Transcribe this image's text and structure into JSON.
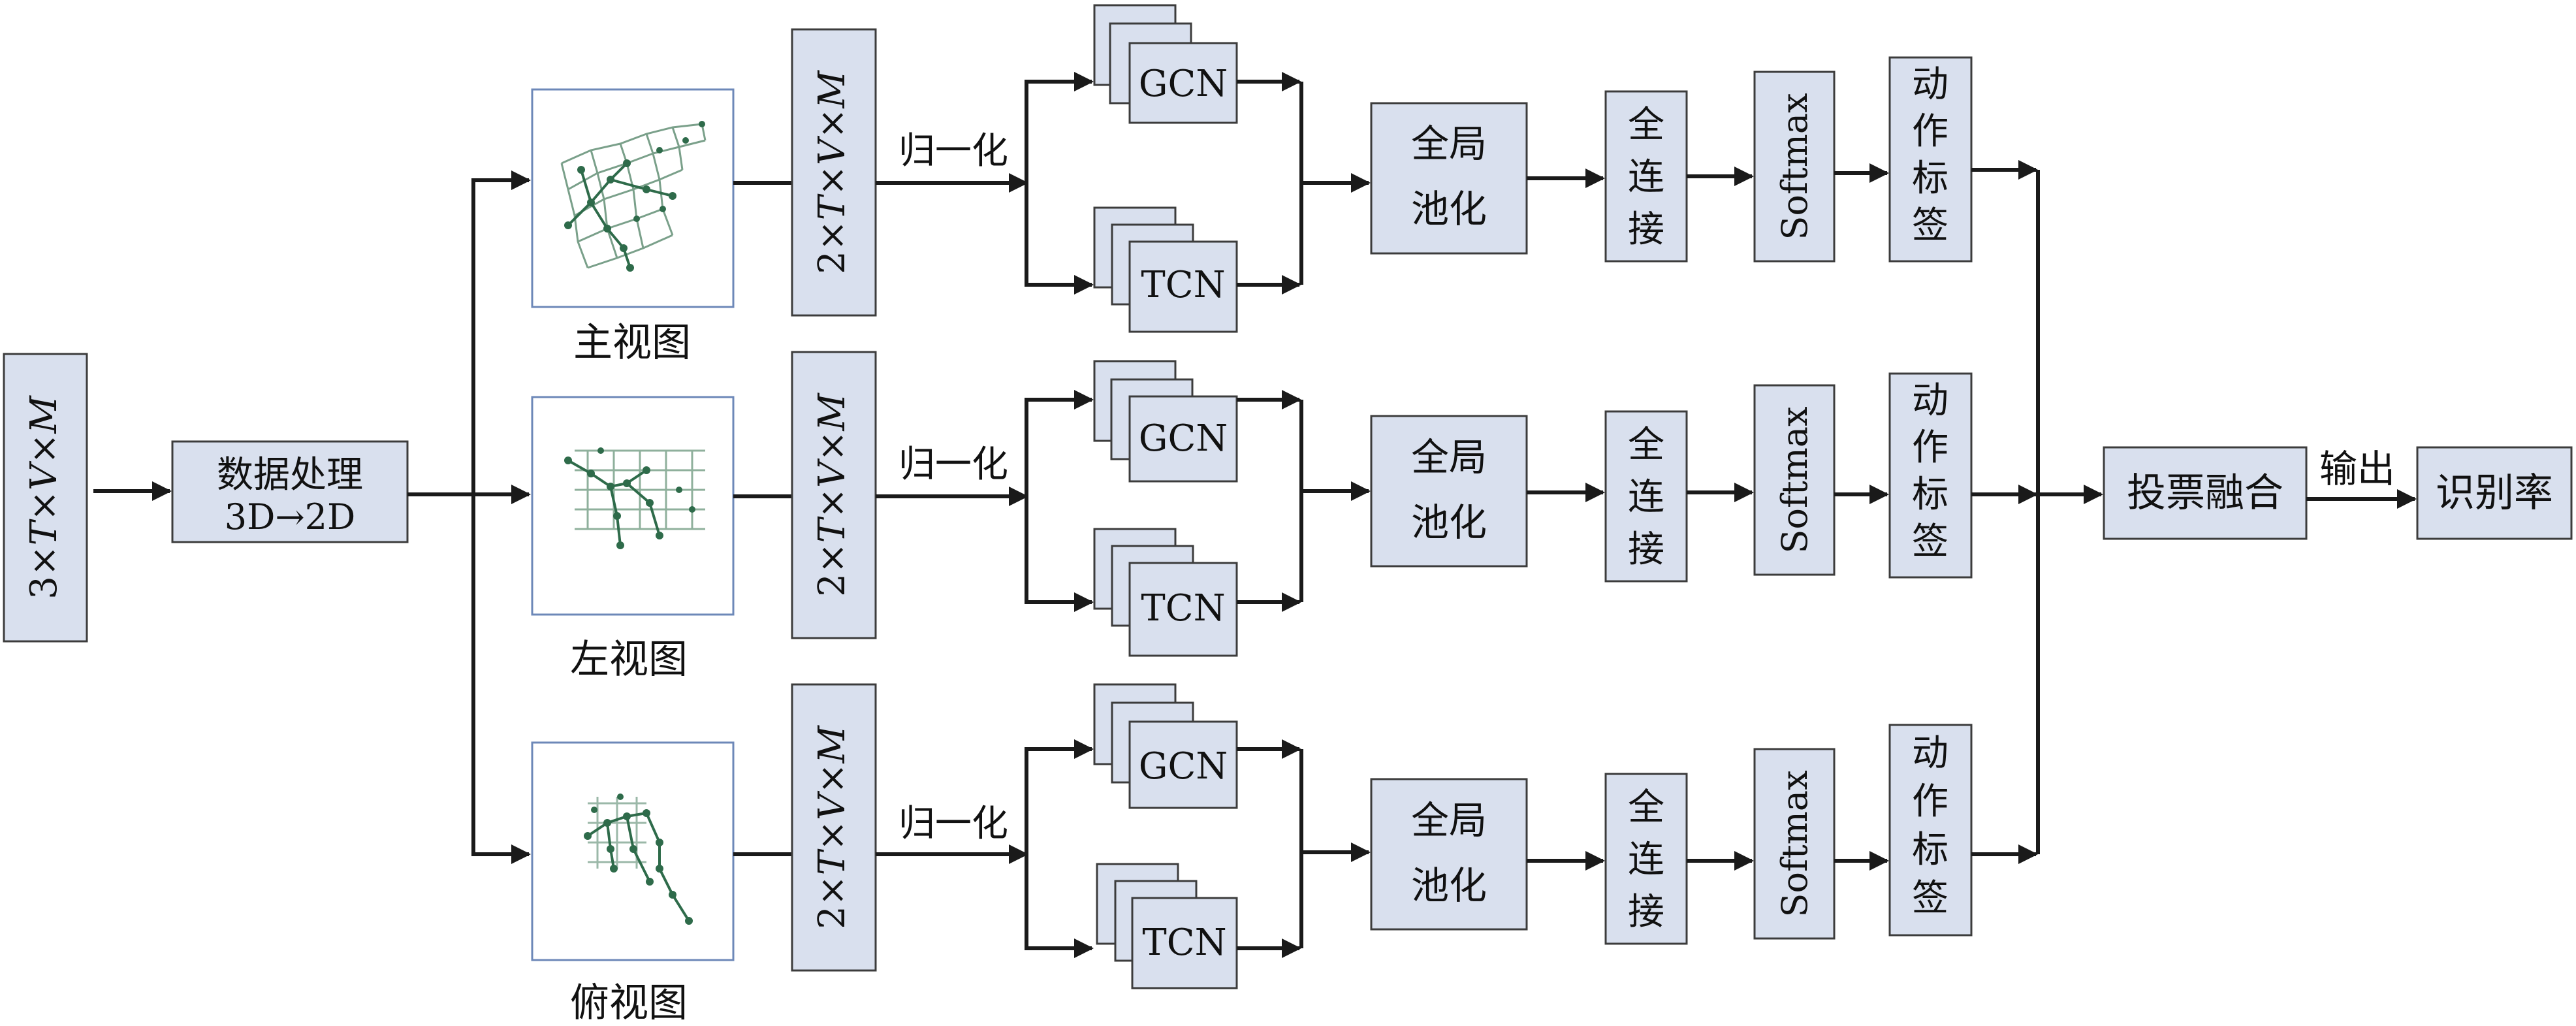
{
  "input": {
    "dims_prefix": "3×",
    "T": "T",
    "times1": "×",
    "V": "V",
    "times2": "×",
    "M": "M"
  },
  "preprocess": {
    "line1": "数据处理",
    "line2": "3D→2D"
  },
  "branches": [
    {
      "view_label": "主视图",
      "dims_prefix": "2×",
      "T": "T",
      "times1": "×",
      "V": "V",
      "times2": "×",
      "M": "M",
      "norm_label": "归一化",
      "gcn": "GCN",
      "tcn": "TCN",
      "pool": [
        "全局",
        "池化"
      ],
      "fc": [
        "全",
        "连",
        "接"
      ],
      "softmax": "Softmax",
      "label": [
        "动",
        "作",
        "标",
        "签"
      ]
    },
    {
      "view_label": "左视图",
      "dims_prefix": "2×",
      "T": "T",
      "times1": "×",
      "V": "V",
      "times2": "×",
      "M": "M",
      "norm_label": "归一化",
      "gcn": "GCN",
      "tcn": "TCN",
      "pool": [
        "全局",
        "池化"
      ],
      "fc": [
        "全",
        "连",
        "接"
      ],
      "softmax": "Softmax",
      "label": [
        "动",
        "作",
        "标",
        "签"
      ]
    },
    {
      "view_label": "俯视图",
      "dims_prefix": "2×",
      "T": "T",
      "times1": "×",
      "V": "V",
      "times2": "×",
      "M": "M",
      "norm_label": "归一化",
      "gcn": "GCN",
      "tcn": "TCN",
      "pool": [
        "全局",
        "池化"
      ],
      "fc": [
        "全",
        "连",
        "接"
      ],
      "softmax": "Softmax",
      "label": [
        "动",
        "作",
        "标",
        "签"
      ]
    }
  ],
  "fusion": {
    "label": "投票融合"
  },
  "output": {
    "arrow_label": "输出",
    "result": "识别率"
  },
  "colors": {
    "box_fill": "#d9e0ee",
    "box_stroke": "#3c3c3c",
    "frame_stroke": "#6d88b8",
    "skeleton": "#2e6b4a",
    "line": "#1a1a1a"
  },
  "icons": [
    "skeleton-front-view-image",
    "skeleton-left-view-image",
    "skeleton-top-view-image"
  ]
}
